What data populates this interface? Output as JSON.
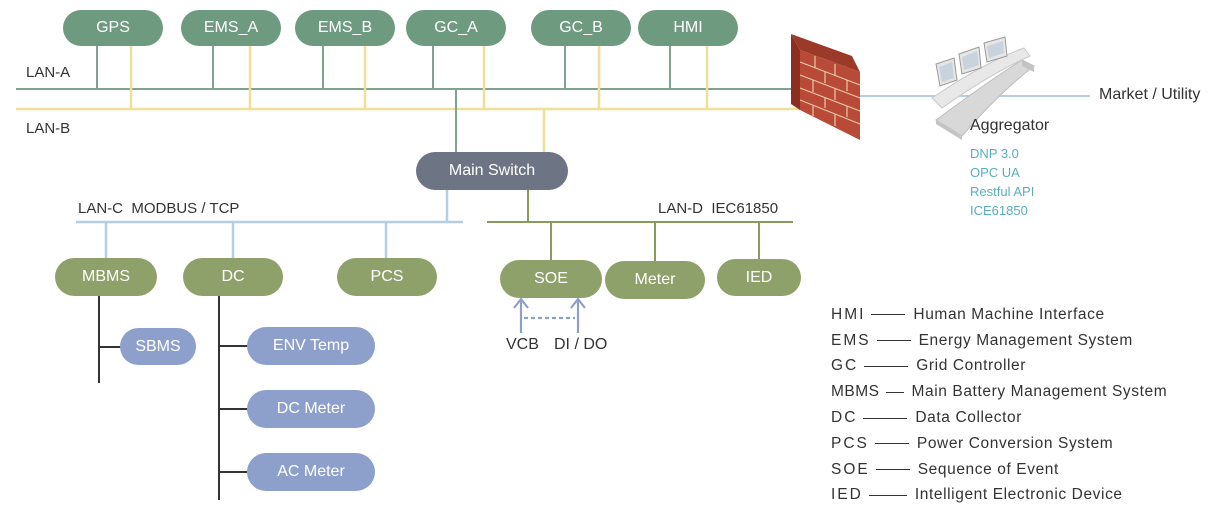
{
  "networks": {
    "lan_a": "LAN-A",
    "lan_b": "LAN-B",
    "lan_c": "LAN-C  MODBUS / TCP",
    "lan_d": "LAN-D  IEC61850"
  },
  "top_devices": [
    "GPS",
    "EMS_A",
    "EMS_B",
    "GC_A",
    "GC_B",
    "HMI"
  ],
  "main_switch": "Main Switch",
  "lan_c_devices": [
    "MBMS",
    "DC",
    "PCS"
  ],
  "mbms_children": [
    "SBMS"
  ],
  "dc_children": [
    "ENV Temp",
    "DC Meter",
    "AC Meter"
  ],
  "lan_d_devices": [
    "SOE",
    "Meter",
    "IED"
  ],
  "soe_inputs": {
    "vcb": "VCB",
    "dido": "DI / DO"
  },
  "external": {
    "market": "Market / Utility",
    "aggregator": "Aggregator",
    "protocols": [
      "DNP 3.0",
      "OPC UA",
      "Restful API",
      "ICE61850"
    ]
  },
  "legend": [
    {
      "abbr": "HMI",
      "text": "Human Machine Interface",
      "dash": 34
    },
    {
      "abbr": "EMS",
      "text": "Energy Management System",
      "dash": 34
    },
    {
      "abbr": "GC",
      "text": "Grid Controller",
      "dash": 44
    },
    {
      "abbr": "MBMS",
      "text": "Main Battery Management System",
      "dash": 18
    },
    {
      "abbr": "DC",
      "text": "Data Collector",
      "dash": 44
    },
    {
      "abbr": "PCS",
      "text": "Power Conversion System",
      "dash": 34
    },
    {
      "abbr": "SOE",
      "text": "Sequence of Event",
      "dash": 34
    },
    {
      "abbr": "IED",
      "text": "Intelligent Electronic Device",
      "dash": 38
    }
  ],
  "colors": {
    "lan_a": "#7ea48f",
    "lan_b": "#f1df96",
    "lan_c": "#b5cfe2",
    "lan_d": "#8a9a5b",
    "tree": "#333333",
    "green_node": "#6e9a80",
    "olive_node": "#8fa16a",
    "blue_node": "#8da0cc",
    "switch": "#6d7584",
    "protocol_text": "#59aebe",
    "firewall": "#b84a37"
  }
}
